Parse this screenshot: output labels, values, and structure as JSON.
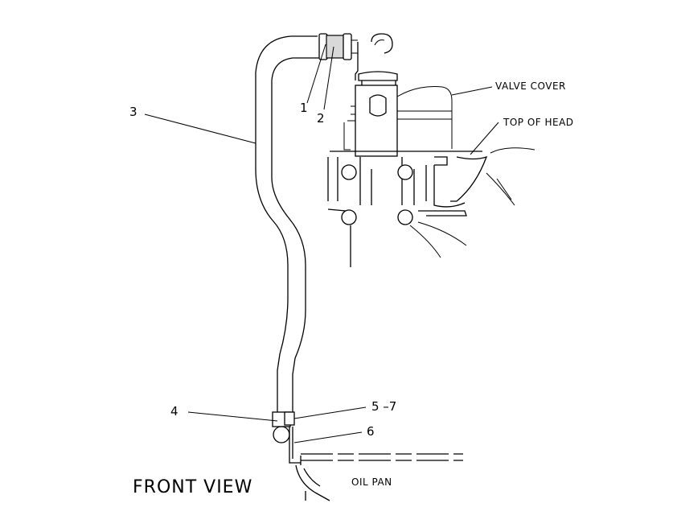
{
  "diagram": {
    "view_title": "FRONT VIEW",
    "callouts": {
      "c1": "1",
      "c2": "2",
      "c3": "3",
      "c4": "4",
      "c5_7": "5 –7",
      "c6": "6"
    },
    "notes": {
      "valve_cover": "VALVE COVER",
      "top_of_head": "TOP OF HEAD",
      "oil_pan": "OIL PAN"
    }
  }
}
